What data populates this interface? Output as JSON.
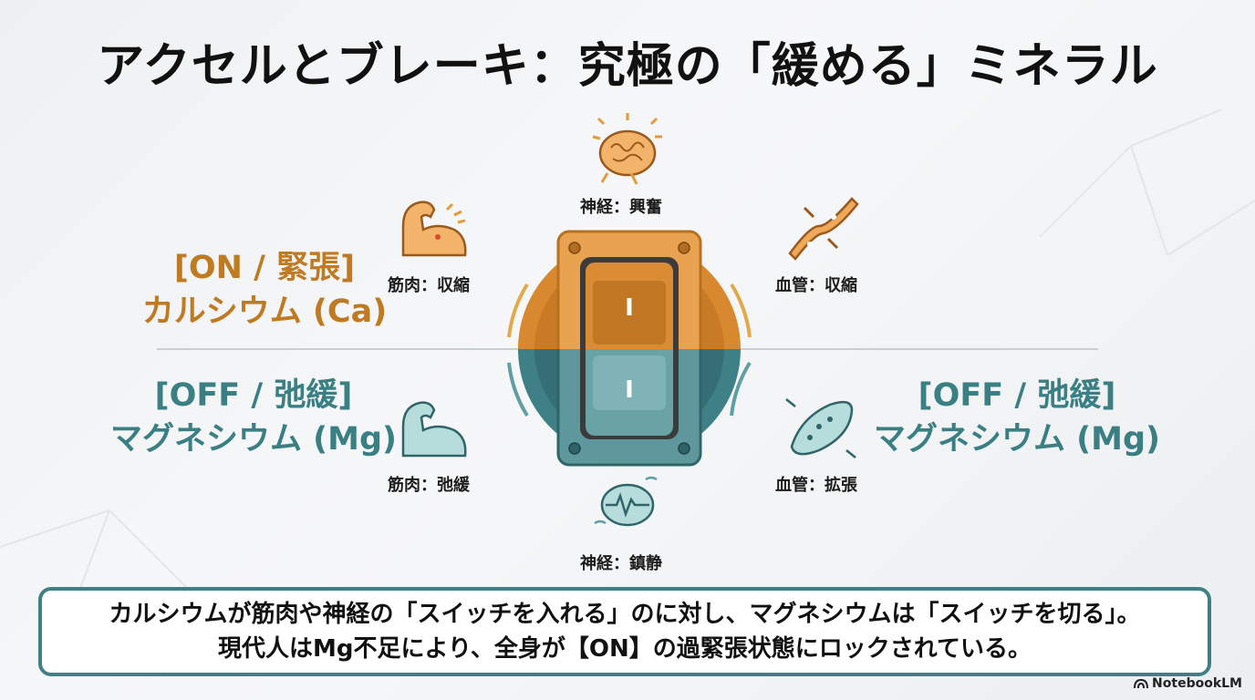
{
  "title": "アクセルとブレーキ：究極の「緩める」ミネラル",
  "on_state": {
    "tag": "[ON / 緊張]",
    "mineral": "カルシウム (Ca)"
  },
  "off_state_left": {
    "tag": "[OFF / 弛緩]",
    "mineral": "マグネシウム (Mg)"
  },
  "off_state_right": {
    "tag": "[OFF / 弛緩]",
    "mineral": "マグネシウム (Mg)"
  },
  "effects": {
    "nerve_excite": "神経：興奮",
    "muscle_contract": "筋肉：収縮",
    "vessel_contract": "血管：収縮",
    "muscle_relax": "筋肉：弛緩",
    "vessel_dilate": "血管：拡張",
    "nerve_calm": "神経：鎮静"
  },
  "switch": {
    "top_mark": "I",
    "bottom_mark": "I"
  },
  "summary": {
    "line1": "カルシウムが筋肉や神経の「スイッチを入れる」のに対し、マグネシウムは「スイッチを切る」。",
    "line2": "現代人はMg不足により、全身が【ON】の過緊張状態にロックされている。"
  },
  "brand": "NotebookLM",
  "colors": {
    "on": "#c07a22",
    "off": "#3a7f84",
    "text": "#111111"
  },
  "icons": [
    "brain-icon",
    "flexed-arm-icon",
    "blood-vessel-icon",
    "brain-wave-icon"
  ]
}
